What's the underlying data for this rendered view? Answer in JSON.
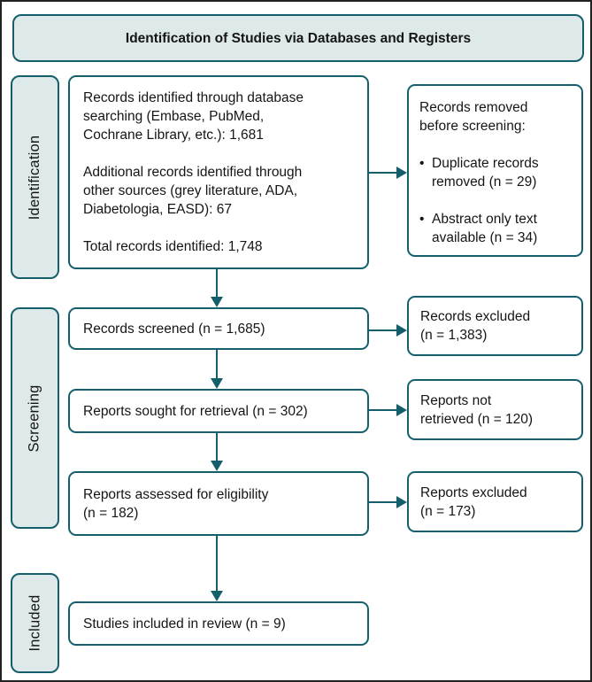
{
  "colors": {
    "border": "#155f6d",
    "fill": "#dee9e9",
    "frame": "#222222",
    "arrow": "#155f6d",
    "text": "#151515"
  },
  "header": {
    "title": "Identification of Studies via Databases and Registers"
  },
  "sidebar": {
    "identification": "Identification",
    "screening": "Screening",
    "included": "Included"
  },
  "flow": {
    "records_identified": "Records identified through database\nsearching (Embase, PubMed,\nCochrane Library, etc.): 1,681\n\nAdditional records identified through\nother sources (grey literature, ADA,\nDiabetologia, EASD): 67\n\nTotal records identified: 1,748",
    "records_screened": "Records screened (n = 1,685)",
    "reports_sought": "Reports sought for retrieval (n = 302)",
    "reports_assessed": "Reports assessed for eligibility\n(n = 182)",
    "studies_included": "Studies included in review (n = 9)"
  },
  "exclusions": {
    "removed_before_screening": {
      "heading": "Records removed\nbefore screening:",
      "bullet": "•",
      "items": [
        "Duplicate records\nremoved (n = 29)",
        "Abstract only text\navailable (n = 34)"
      ]
    },
    "records_excluded": "Records excluded\n(n = 1,383)",
    "reports_not_retrieved": "Reports not\nretrieved (n = 120)",
    "reports_excluded": "Reports excluded\n(n = 173)"
  }
}
